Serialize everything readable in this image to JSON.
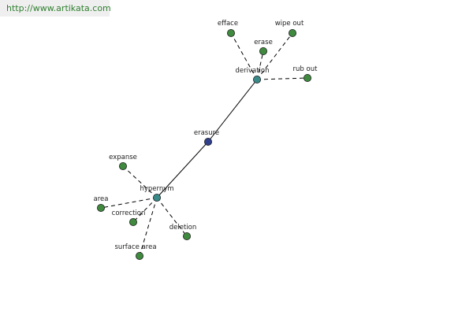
{
  "source": {
    "url": "http://www.artikata.com"
  },
  "colors": {
    "root": "#2f3f8a",
    "relation": "#3a8a8a",
    "term": "#3f8a3f",
    "banner_bg": "#efefef",
    "url_text": "#2f7f2f"
  },
  "graph": {
    "root": "erasure",
    "relations": [
      {
        "id": "derivation",
        "label": "derivation",
        "terms": [
          {
            "id": "efface",
            "label": "efface"
          },
          {
            "id": "erase",
            "label": "erase"
          },
          {
            "id": "wipe-out",
            "label": "wipe out"
          },
          {
            "id": "rub-out",
            "label": "rub out"
          }
        ]
      },
      {
        "id": "hypernym",
        "label": "hypernym",
        "terms": [
          {
            "id": "expanse",
            "label": "expanse"
          },
          {
            "id": "area",
            "label": "area"
          },
          {
            "id": "correction",
            "label": "correction"
          },
          {
            "id": "deletion",
            "label": "deletion"
          },
          {
            "id": "surface-area",
            "label": "surface area"
          }
        ]
      }
    ]
  }
}
